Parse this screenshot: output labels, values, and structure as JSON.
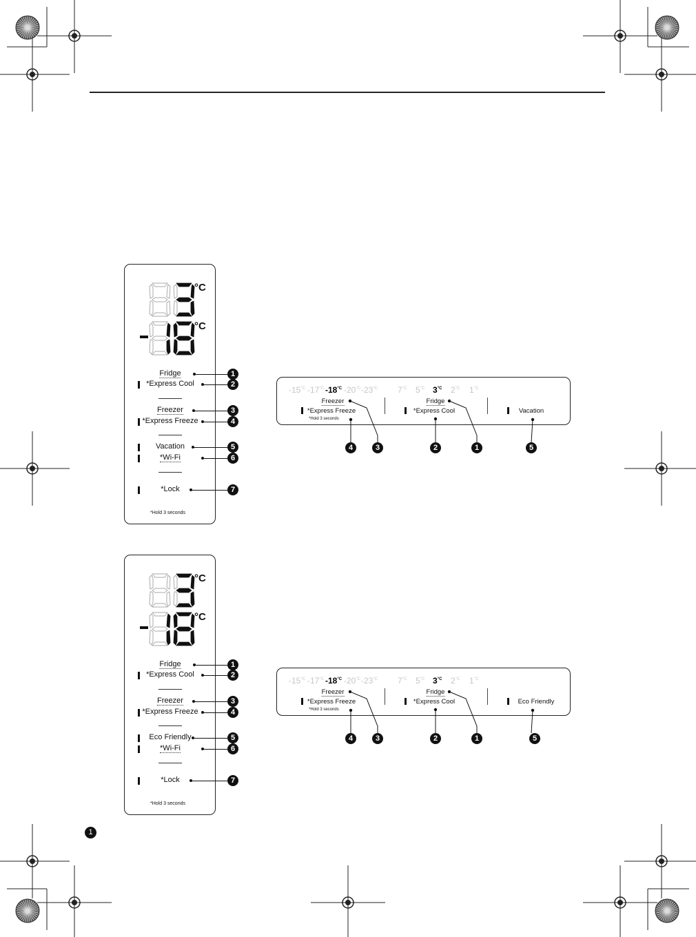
{
  "page": {
    "page_number": "1"
  },
  "colors": {
    "ink": "#111111",
    "inactive_digit": "#c6c6c6"
  },
  "vertical_panels": [
    {
      "temp_top": "88",
      "temp_top_unit": "°C",
      "temp_bottom": "-88",
      "temp_bottom_unit": "°C",
      "items": [
        {
          "badge": "1",
          "label": "Fridge"
        },
        {
          "badge": "2",
          "label": "*Express Cool"
        },
        {
          "badge": "3",
          "label": "Freezer"
        },
        {
          "badge": "4",
          "label": "*Express Freeze"
        },
        {
          "badge": "5",
          "label": "Vacation"
        },
        {
          "badge": "6",
          "label": "*Wi-Fi"
        },
        {
          "badge": "7",
          "label": "*Lock"
        }
      ],
      "footnote": "*Hold 3 seconds"
    },
    {
      "temp_top": "88",
      "temp_top_unit": "°C",
      "temp_bottom": "-88",
      "temp_bottom_unit": "°C",
      "items": [
        {
          "badge": "1",
          "label": "Fridge"
        },
        {
          "badge": "2",
          "label": "*Express Cool"
        },
        {
          "badge": "3",
          "label": "Freezer"
        },
        {
          "badge": "4",
          "label": "*Express Freeze"
        },
        {
          "badge": "5",
          "label": "Eco Friendly"
        },
        {
          "badge": "6",
          "label": "*Wi-Fi"
        },
        {
          "badge": "7",
          "label": "*Lock"
        }
      ],
      "footnote": "*Hold 3 seconds"
    }
  ],
  "horizontal_panels": [
    {
      "freezer_temps": [
        {
          "value": "-15",
          "unit": "°C",
          "active": false
        },
        {
          "value": "-17",
          "unit": "°C",
          "active": false
        },
        {
          "value": "-18",
          "unit": "°C",
          "active": true
        },
        {
          "value": "-20",
          "unit": "°C",
          "active": false
        },
        {
          "value": "-23",
          "unit": "°C",
          "active": false
        }
      ],
      "fridge_temps": [
        {
          "value": "7",
          "unit": "°C",
          "active": false
        },
        {
          "value": "5",
          "unit": "°C",
          "active": false
        },
        {
          "value": "3",
          "unit": "°C",
          "active": true
        },
        {
          "value": "2",
          "unit": "°C",
          "active": false
        },
        {
          "value": "1",
          "unit": "°C",
          "active": false
        }
      ],
      "freezer_label": "Freezer",
      "express_freeze": "*Express Freeze",
      "hold_note": "*Hold 3 seconds",
      "fridge_label": "Fridge",
      "express_cool": "*Express Cool",
      "mode_label": "Vacation",
      "callouts": [
        "4",
        "3",
        "2",
        "1",
        "5"
      ]
    },
    {
      "freezer_temps": [
        {
          "value": "-15",
          "unit": "°C",
          "active": false
        },
        {
          "value": "-17",
          "unit": "°C",
          "active": false
        },
        {
          "value": "-18",
          "unit": "°C",
          "active": true
        },
        {
          "value": "-20",
          "unit": "°C",
          "active": false
        },
        {
          "value": "-23",
          "unit": "°C",
          "active": false
        }
      ],
      "fridge_temps": [
        {
          "value": "7",
          "unit": "°C",
          "active": false
        },
        {
          "value": "5",
          "unit": "°C",
          "active": false
        },
        {
          "value": "3",
          "unit": "°C",
          "active": true
        },
        {
          "value": "2",
          "unit": "°C",
          "active": false
        },
        {
          "value": "1",
          "unit": "°C",
          "active": false
        }
      ],
      "freezer_label": "Freezer",
      "express_freeze": "*Express Freeze",
      "hold_note": "*Hold 3 seconds",
      "fridge_label": "Fridge",
      "express_cool": "*Express Cool",
      "mode_label": "Eco Friendly",
      "callouts": [
        "4",
        "3",
        "2",
        "1",
        "5"
      ]
    }
  ]
}
